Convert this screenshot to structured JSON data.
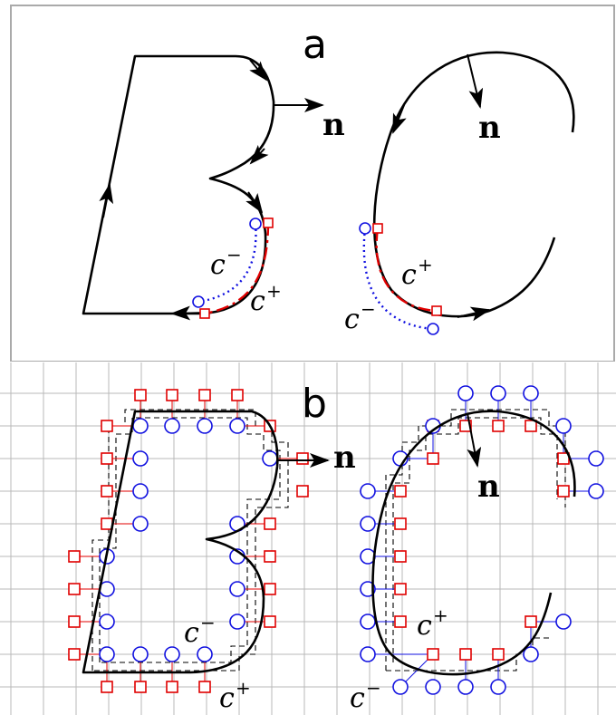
{
  "panels": {
    "a": {
      "label": "a"
    },
    "b": {
      "label": "b"
    }
  },
  "labels": {
    "normal": "n",
    "c_letter": "c",
    "plus": "+",
    "minus": "−"
  },
  "colors": {
    "outline": "#000000",
    "c_plus": "#e00000",
    "c_minus": "#1010e0",
    "grid": "#b8b8b8",
    "panel_border": "#aaaaaa"
  }
}
